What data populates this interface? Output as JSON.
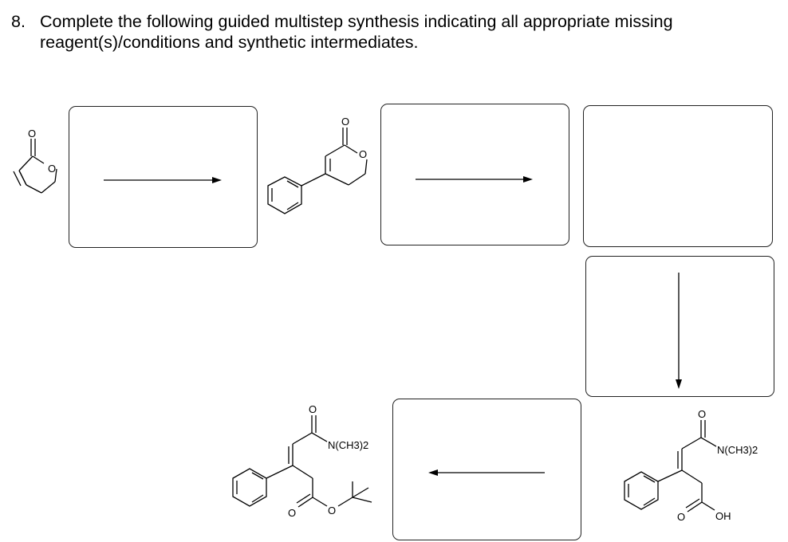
{
  "question": {
    "number": "8.",
    "line1": "Complete the following guided multistep synthesis indicating all appropriate missing",
    "line2": "reagent(s)/conditions and synthetic intermediates."
  },
  "labels": {
    "oxygen": "O",
    "dimethylamino": "N(CH3)2",
    "hydroxyl": "OH"
  }
}
